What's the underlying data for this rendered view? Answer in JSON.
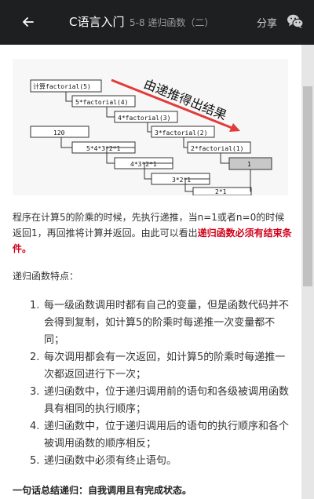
{
  "header": {
    "title": "C语言入门",
    "subtitle": "5-8 递归函数（二）",
    "share_label": "分享"
  },
  "figure": {
    "annotation": "由递推得出结果",
    "forward_boxes": [
      "计算factorial(5)",
      "5*factorial(4)",
      "4*factorial(3)",
      "3*factorial(2)",
      "2*factorial(1)",
      "1"
    ],
    "return_boxes": [
      "120",
      "5*4*3*2*1",
      "4*3*2*1",
      "3*2*1",
      "2*1"
    ]
  },
  "content": {
    "para_text": "程序在计算5的阶乘的时候，先执行递推，当n=1或者n=0的时候返回1，再回推将计算并返回。由此可以看出",
    "para_highlight": "递归函数必须有结束条件。",
    "features_heading": "递归函数特点：",
    "list": [
      {
        "num": "1.",
        "text": "每一级函数调用时都有自己的变量，但是函数代码并不会得到复制，如计算5的阶乘时每递推一次变量都不同；"
      },
      {
        "num": "2.",
        "text": "每次调用都会有一次返回，如计算5的阶乘时每递推一次都返回进行下一次；"
      },
      {
        "num": "3.",
        "text": "递归函数中，位于递归调用前的语句和各级被调用函数具有相同的执行顺序；"
      },
      {
        "num": "4.",
        "text": "递归函数中，位于递归调用后的语句的执行顺序和各个被调用函数的顺序相反；"
      },
      {
        "num": "5.",
        "text": "递归函数中必须有终止语句。"
      }
    ],
    "summary": "一句话总结递归：自我调用且有完成状态。"
  },
  "colors": {
    "topbar_bg": "#1d1f21",
    "highlight_red": "#d0021b",
    "arrow_red": "#e23b3b"
  }
}
